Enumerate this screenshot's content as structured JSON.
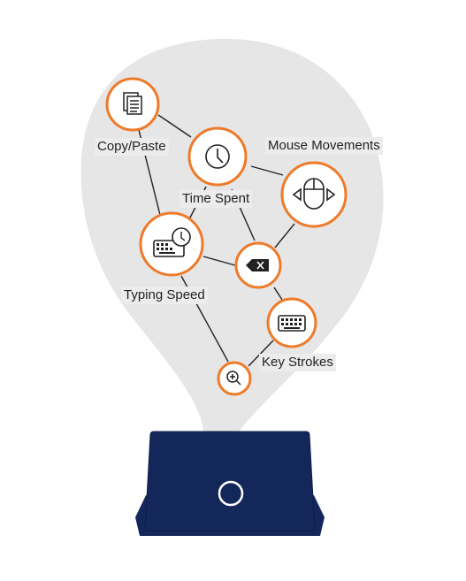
{
  "labels": {
    "copy_paste": "Copy/Paste",
    "time_spent": "Time Spent",
    "mouse_movements": "Mouse Movements",
    "typing_speed": "Typing Speed",
    "key_strokes": "Key Strokes"
  },
  "colors": {
    "bubble": "#e6e6e6",
    "node_ring": "#ee7a2a",
    "edge": "#222222",
    "laptop": "#14275a",
    "icon": "#222222"
  },
  "icons": {
    "copy_paste": "document-icon",
    "time_spent": "clock-icon",
    "mouse_movements": "mouse-icon",
    "typing_speed": "keyboard-clock-icon",
    "delete": "backspace-icon",
    "key_strokes": "keyboard-icon",
    "zoom": "zoom-in-icon",
    "laptop": "laptop-icon",
    "power": "power-button-icon"
  }
}
